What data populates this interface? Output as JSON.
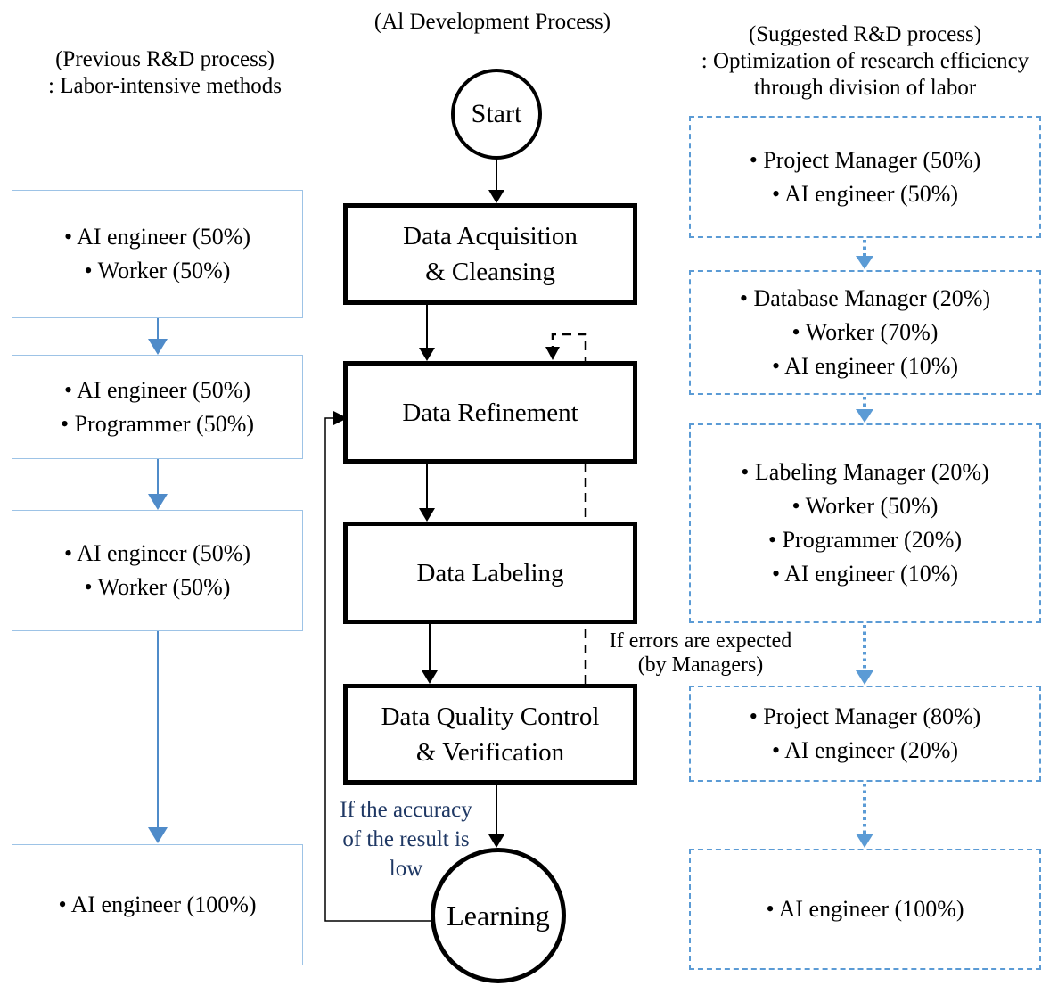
{
  "left": {
    "title": [
      "(Previous R&D process)",
      ": Labor-intensive methods"
    ],
    "boxes": [
      {
        "lines": [
          "• AI engineer (50%)",
          "• Worker (50%)"
        ]
      },
      {
        "lines": [
          "• AI engineer (50%)",
          "• Programmer (50%)"
        ]
      },
      {
        "lines": [
          "• AI engineer (50%)",
          "• Worker (50%)"
        ]
      },
      {
        "lines": [
          "• AI engineer (100%)"
        ]
      }
    ]
  },
  "center": {
    "title": "(Al Development Process)",
    "start_label": "Start",
    "steps": [
      {
        "lines": [
          "Data Acquisition",
          "& Cleansing"
        ]
      },
      {
        "lines": [
          "Data Refinement"
        ]
      },
      {
        "lines": [
          "Data Labeling"
        ]
      },
      {
        "lines": [
          "Data Quality Control",
          "& Verification"
        ]
      }
    ],
    "end_label": "Learning",
    "error_note": [
      "If errors are expected",
      "(by Managers)"
    ],
    "accuracy_note": [
      "If the accuracy",
      "of the result is",
      "low"
    ]
  },
  "right": {
    "title": [
      "(Suggested R&D process)",
      ": Optimization of research efficiency",
      "through division of labor"
    ],
    "boxes": [
      {
        "lines": [
          "• Project Manager (50%)",
          "• AI engineer (50%)"
        ]
      },
      {
        "lines": [
          "• Database Manager (20%)",
          "• Worker (70%)",
          "• AI engineer (10%)"
        ]
      },
      {
        "lines": [
          "• Labeling Manager (20%)",
          "• Worker (50%)",
          "• Programmer (20%)",
          "• AI engineer (10%)"
        ]
      },
      {
        "lines": [
          "• Project Manager (80%)",
          "• AI engineer (20%)"
        ]
      },
      {
        "lines": [
          "• AI engineer (100%)"
        ]
      }
    ]
  },
  "colors": {
    "accent_blue": "#5B9BD5",
    "light_box_border_blue": "#9DC3E6",
    "arrow_blue": "#4F8BC9",
    "navy_note_text": "#1F3864",
    "flow_black": "#000000"
  }
}
